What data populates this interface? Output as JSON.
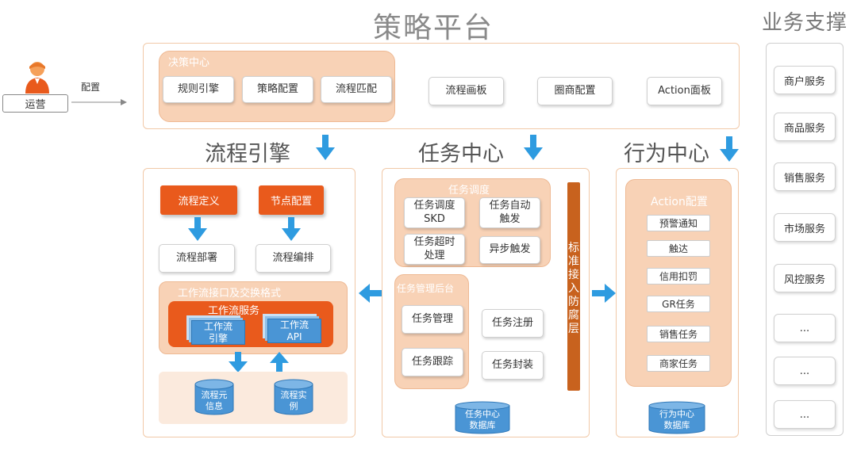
{
  "titles": {
    "strategy_platform": "策略平台",
    "business_support": "业务支撑",
    "flow_engine": "流程引擎",
    "task_center": "任务中心",
    "behavior_center": "行为中心"
  },
  "operator": {
    "label": "运营",
    "edge_label": "配置"
  },
  "decision_center": {
    "label": "决策中心",
    "items": [
      "规则引擎",
      "策略配置",
      "流程匹配"
    ]
  },
  "strategy_boxes": [
    "流程画板",
    "圈商配置",
    "Action面板"
  ],
  "flow_engine": {
    "define": "流程定义",
    "node_config": "节点配置",
    "deploy": "流程部署",
    "orchestrate": "流程编排",
    "interface_label": "工作流接口及交换格式",
    "service_label": "工作流服务",
    "engine_card": "工作流\n引擎",
    "api_card": "工作流\nAPI",
    "meta_db": "流程元\n信息",
    "instance_db": "流程实\n例"
  },
  "task_center": {
    "dispatch_label": "任务调度",
    "dispatch_items": [
      "任务调度\nSKD",
      "任务自动\n触发",
      "任务超时\n处理",
      "异步触发"
    ],
    "mgmt_label": "任务管理后台",
    "mgmt_items": [
      "任务管理",
      "任务注册",
      "任务跟踪",
      "任务封装"
    ],
    "db": "任务中心\n数据库",
    "access_layer": "标准接入防腐层"
  },
  "behavior_center": {
    "config_label": "Action配置",
    "items": [
      "预警通知",
      "触达",
      "信用扣罚",
      "GR任务",
      "销售任务",
      "商家任务"
    ],
    "db": "行为中心\n数据库"
  },
  "business_support": [
    "商户服务",
    "商品服务",
    "销售服务",
    "市场服务",
    "风控服务",
    "...",
    "...",
    "..."
  ],
  "colors": {
    "orange": "#e95a1c",
    "peach": "#f8d2b6",
    "blue": "#2e9be0",
    "access_bar": "#c8621e",
    "panel_border": "#f1c9a8"
  }
}
